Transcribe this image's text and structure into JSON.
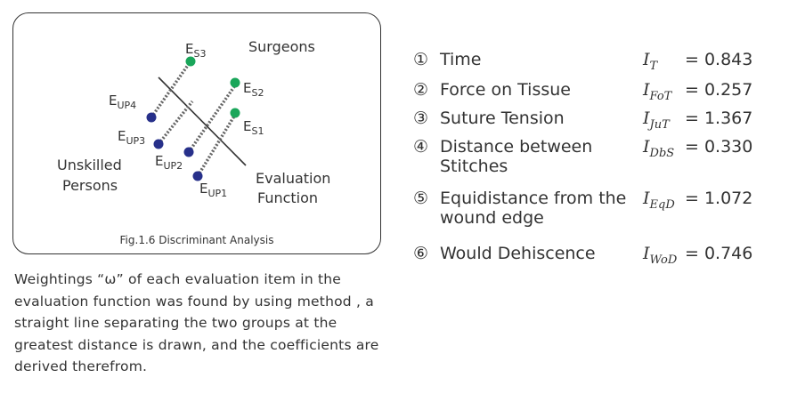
{
  "figure": {
    "caption": "Fig.1.6 Discriminant Analysis",
    "surgeons_label": "Surgeons",
    "unskilled_label_line1": "Unskilled",
    "unskilled_label_line2": "Persons",
    "eval_label_line1": "Evaluation",
    "eval_label_line2": "Function",
    "points": [
      {
        "base": "E",
        "sub": "S3",
        "group": "surgeon"
      },
      {
        "base": "E",
        "sub": "S2",
        "group": "surgeon"
      },
      {
        "base": "E",
        "sub": "S1",
        "group": "surgeon"
      },
      {
        "base": "E",
        "sub": "UP4",
        "group": "unskilled"
      },
      {
        "base": "E",
        "sub": "UP3",
        "group": "unskilled"
      },
      {
        "base": "E",
        "sub": "UP2",
        "group": "unskilled"
      },
      {
        "base": "E",
        "sub": "UP1",
        "group": "unskilled"
      }
    ],
    "colors": {
      "surgeon": "#1aa65a",
      "unskilled": "#27308a",
      "line": "#333333"
    }
  },
  "description": "Weightings “ω” of each evaluation item in the evaluation function was found by using method , a straight line separating the two groups at the greatest distance is drawn, and the coefficients are derived therefrom.",
  "items": [
    {
      "num": "①",
      "label": "Time",
      "sym": "I",
      "sub": "T",
      "eq": "=",
      "value": "0.843"
    },
    {
      "num": "②",
      "label": "Force on Tissue",
      "sym": "I",
      "sub": "FoT",
      "eq": "=",
      "value": "0.257"
    },
    {
      "num": "③",
      "label": "Suture Tension",
      "sym": "I",
      "sub": "JuT",
      "eq": "=",
      "value": "1.367"
    },
    {
      "num": "④",
      "label": "Distance between Stitches",
      "sym": "I",
      "sub": "DbS",
      "eq": "=",
      "value": "0.330"
    },
    {
      "num": "⑤",
      "label": "Equidistance from the wound edge",
      "sym": "I",
      "sub": "EqD",
      "eq": "=",
      "value": "1.072"
    },
    {
      "num": "⑥",
      "label": "Would Dehiscence",
      "sym": "I",
      "sub": "WoD",
      "eq": "=",
      "value": "0.746"
    }
  ]
}
